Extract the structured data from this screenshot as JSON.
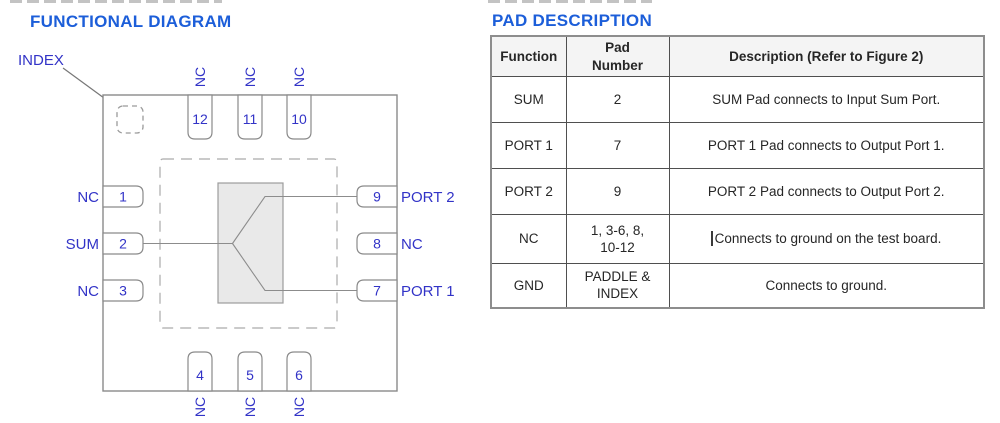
{
  "functional_diagram": {
    "title": "FUNCTIONAL DIAGRAM",
    "index_label": "INDEX",
    "pads": {
      "top": [
        {
          "number": "12",
          "label": "NC"
        },
        {
          "number": "11",
          "label": "NC"
        },
        {
          "number": "10",
          "label": "NC"
        }
      ],
      "bottom": [
        {
          "number": "4",
          "label": "NC"
        },
        {
          "number": "5",
          "label": "NC"
        },
        {
          "number": "6",
          "label": "NC"
        }
      ],
      "left": [
        {
          "number": "1",
          "label": "NC"
        },
        {
          "number": "2",
          "label": "SUM"
        },
        {
          "number": "3",
          "label": "NC"
        }
      ],
      "right": [
        {
          "number": "9",
          "label": "PORT 2"
        },
        {
          "number": "8",
          "label": "NC"
        },
        {
          "number": "7",
          "label": "PORT 1"
        }
      ]
    }
  },
  "pad_description": {
    "title": "PAD DESCRIPTION",
    "table": {
      "headers": [
        "Function",
        "Pad\nNumber",
        "Description (Refer to Figure 2)"
      ],
      "rows": [
        {
          "function": "SUM",
          "pad_number": "2",
          "description": "SUM Pad connects to Input Sum Port."
        },
        {
          "function": "PORT 1",
          "pad_number": "7",
          "description": "PORT 1 Pad connects to Output Port 1."
        },
        {
          "function": "PORT 2",
          "pad_number": "9",
          "description": "PORT 2 Pad connects to Output Port 2."
        },
        {
          "function": "NC",
          "pad_number": "1, 3-6, 8,\n10-12",
          "description": "Connects to ground on the test board."
        },
        {
          "function": "GND",
          "pad_number": "PADDLE &\nINDEX",
          "description": "Connects to ground."
        }
      ]
    }
  },
  "colors": {
    "heading_blue": "#1c5ed9",
    "diagram_label_blue": "#3233c7",
    "line_gray": "#8c8c8c",
    "dashed_gray": "#ababab",
    "splitter_fill": "#e9e9e9",
    "table_border": "#4f4f4f",
    "header_row_bg": "#f4f4f4"
  }
}
